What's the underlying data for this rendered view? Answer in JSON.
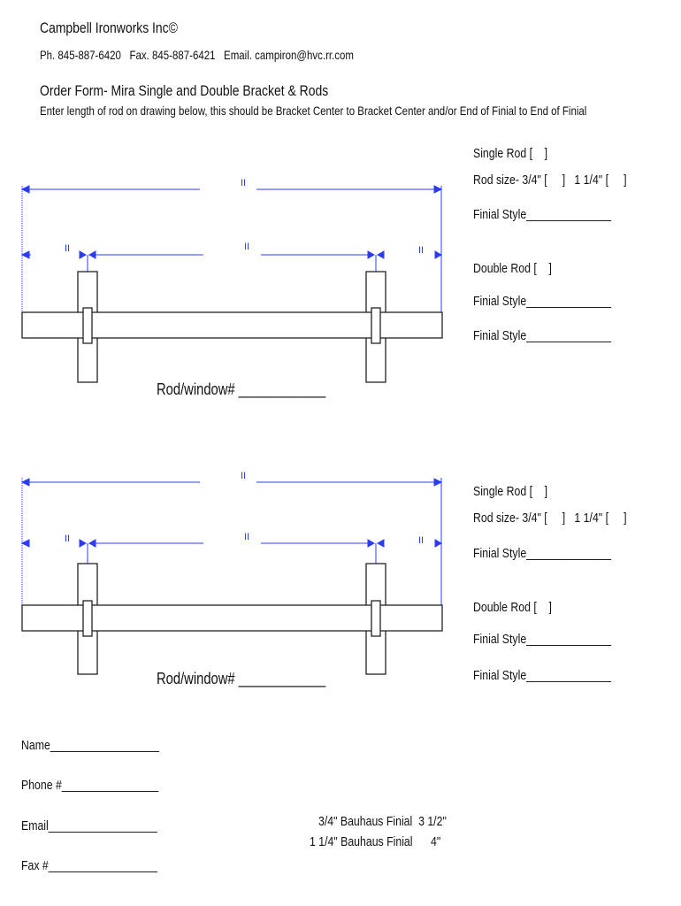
{
  "header": {
    "company": "Campbell Ironworks Inc©",
    "contact": "Ph. 845-887-6420   Fax. 845-887-6421   Email. campiron@hvc.rr.com",
    "title": "Order Form- Mira Single and Double Bracket & Rods",
    "instructions": "Enter length of rod on drawing below, this should be Bracket Center to Bracket Center and/or End of Finial to End of Finial"
  },
  "dimension_mark": "II",
  "drawings": [
    {
      "rod_window_label": "Rod/window# ____________",
      "options": {
        "single_rod": "Single Rod [    ]",
        "rod_size": "Rod size- 3/4\" [     ]   1 1/4\" [     ]",
        "finial_style_1": "Finial Style______________",
        "double_rod": "Double Rod [    ]",
        "finial_style_2": "Finial Style______________",
        "finial_style_3": "Finial Style______________"
      }
    },
    {
      "rod_window_label": "Rod/window# ____________",
      "options": {
        "single_rod": "Single Rod [    ]",
        "rod_size": "Rod size- 3/4\" [     ]   1 1/4\" [     ]",
        "finial_style_1": "Finial Style______________",
        "double_rod": "Double Rod [    ]",
        "finial_style_2": "Finial Style______________",
        "finial_style_3": "Finial Style______________"
      }
    }
  ],
  "customer": {
    "name": "Name__________________",
    "phone": "Phone #________________",
    "email": "Email__________________",
    "fax": "Fax #__________________"
  },
  "finial_notes": {
    "line1": "3/4\" Bauhaus Finial  3 1/2\"",
    "line2": "1 1/4\" Bauhaus Finial      4\""
  },
  "colors": {
    "dimension": "#2b3cf0",
    "outline": "#222222"
  }
}
